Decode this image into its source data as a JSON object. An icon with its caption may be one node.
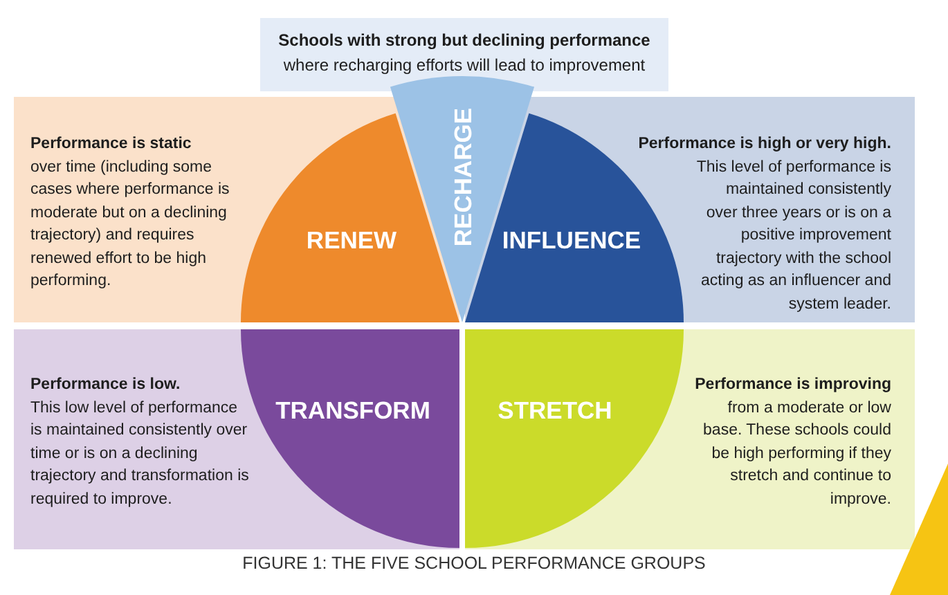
{
  "diagram": {
    "caption": "FIGURE 1: THE FIVE SCHOOL PERFORMANCE GROUPS",
    "nodes": [
      {
        "text": [
          "Schools with strong but declining performance",
          "where recharging efforts will lead to improvement"
        ]
      },
      {
        "text": [
          "Performance is static",
          "over time (including some cases where performance is moderate but on a declining trajectory) and requires renewed effort to be high performing."
        ]
      },
      {
        "text": [
          "RENEW"
        ],
        "in": 1
      },
      {
        "text": [
          "RECHARGE"
        ]
      },
      {
        "text": [
          "Performance is high or very high.",
          "This level of performance is maintained consistently over three years or is on a positive improvement trajectory with the school acting as an influencer and system leader."
        ]
      },
      {
        "text": [
          "INFLUENCE"
        ],
        "in": 4
      },
      {
        "text": [
          "Performance is low.",
          "This low level of performance is maintained consistently over time or is on a declining trajectory and transformation is required to improve."
        ]
      },
      {
        "text": [
          "TRANSFORM"
        ],
        "in": 6
      },
      {
        "text": [
          "Performance is improving",
          "from a moderate or low base. These schools could be high performing if they stretch and continue to improve."
        ]
      },
      {
        "text": [
          "STRETCH"
        ],
        "in": 8
      }
    ]
  }
}
